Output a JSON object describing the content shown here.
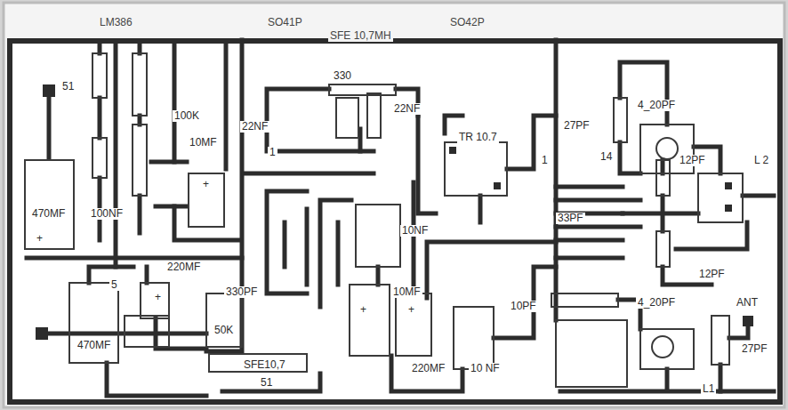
{
  "diagram": {
    "labels": [
      "LM386",
      "SO41P",
      "SFE 10,7MH",
      "SO42P",
      "51",
      "100K",
      "330",
      "22NF",
      "22NF",
      "10MF",
      "1",
      "TR 10.7",
      "1",
      "27PF",
      "4_20PF",
      "14",
      "12PF",
      "L 2",
      "470MF",
      "+",
      "100NF",
      "+",
      "10NF",
      "33PF",
      "220MF",
      "5",
      "12PF",
      "330PF",
      "+",
      "10MF",
      "+",
      "+",
      "10PF",
      "4_20PF",
      "ANT",
      "470MF",
      "50K",
      "27PF",
      "SFE10,7",
      "220MF",
      "10 NF",
      "51",
      "L1"
    ]
  }
}
